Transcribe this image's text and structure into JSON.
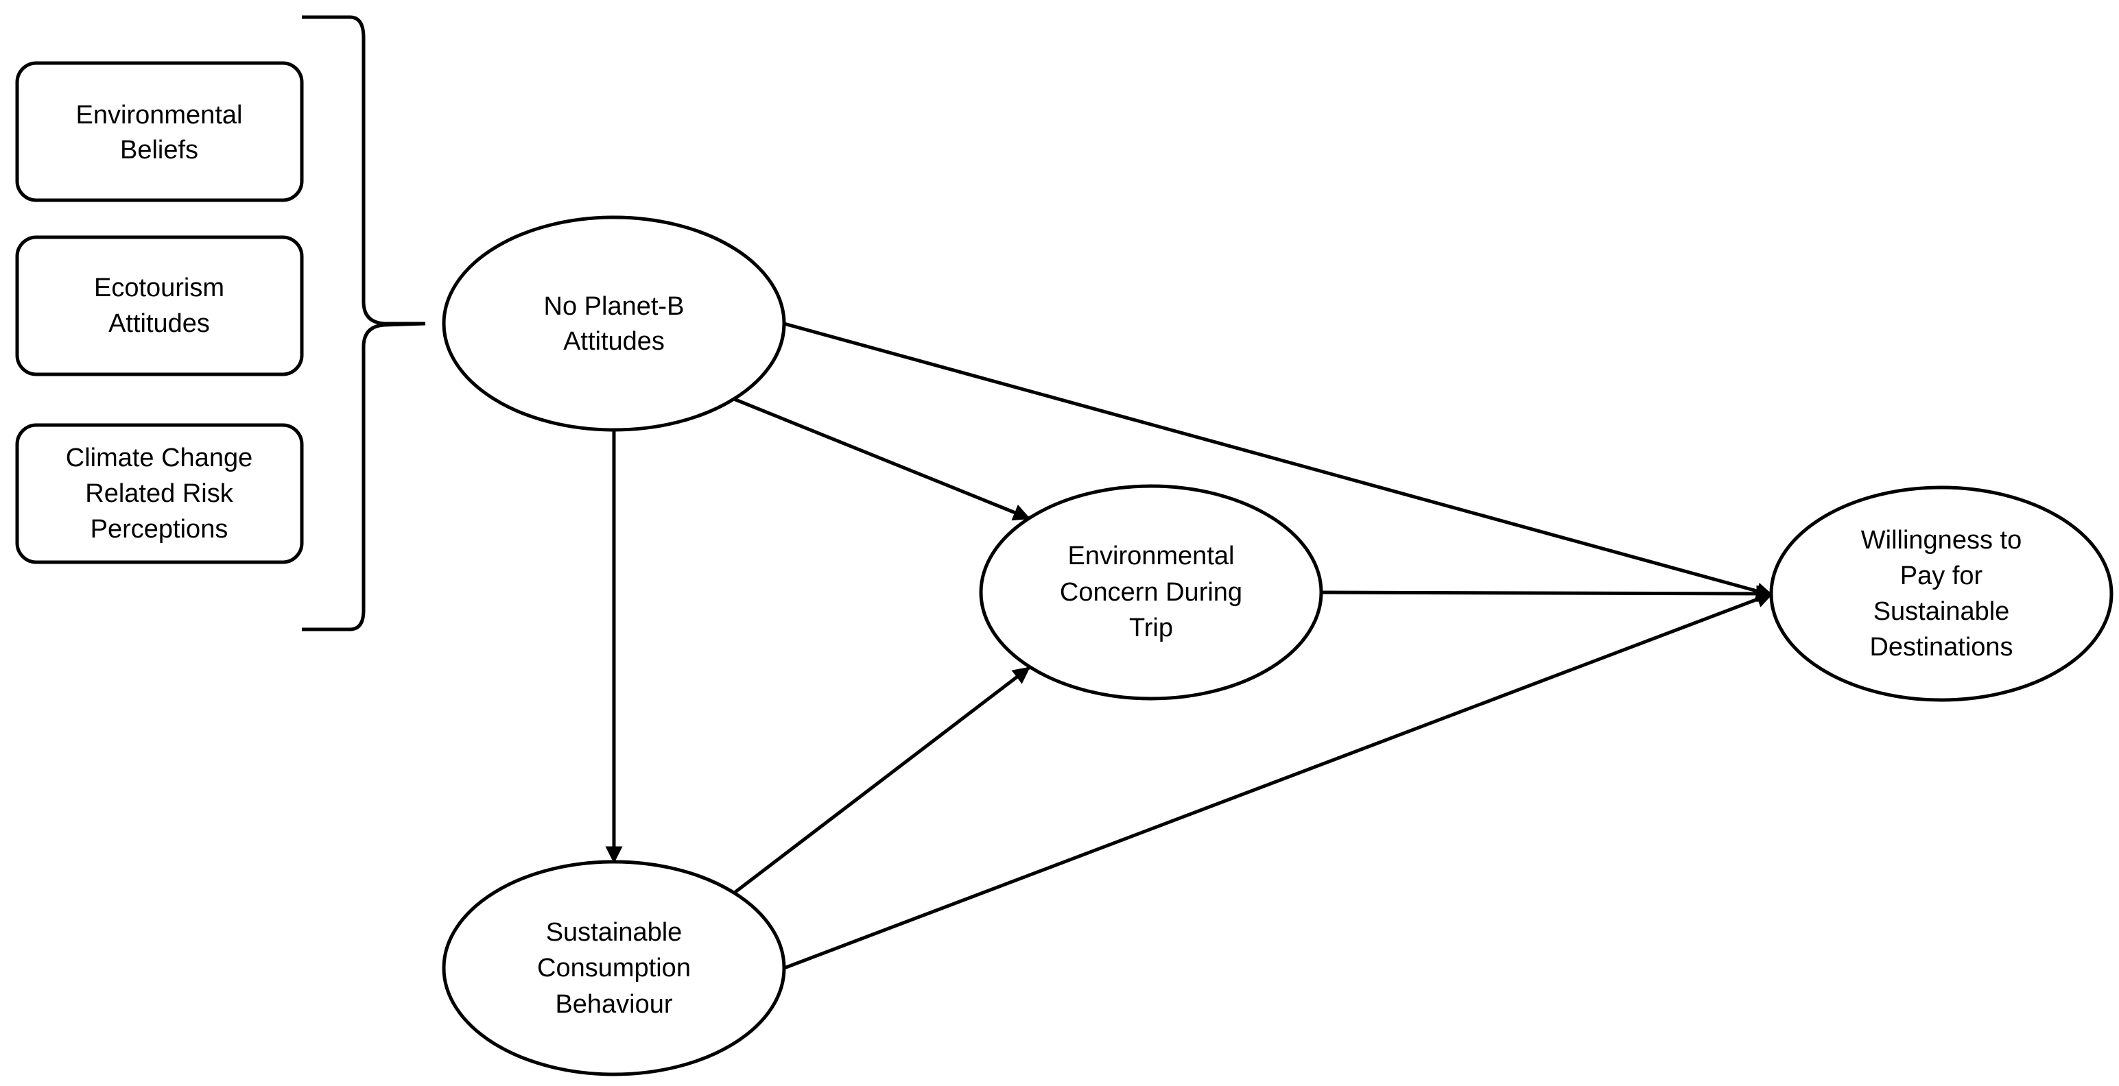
{
  "diagram": {
    "nodes": {
      "env_beliefs": {
        "lines": [
          "Environmental",
          "Beliefs"
        ],
        "shape": "rounded-rect"
      },
      "ecotourism": {
        "lines": [
          "Ecotourism",
          "Attitudes"
        ],
        "shape": "rounded-rect"
      },
      "climate_risk": {
        "lines": [
          "Climate Change",
          "Related Risk",
          "Perceptions"
        ],
        "shape": "rounded-rect"
      },
      "no_planet_b": {
        "lines": [
          "No Planet-B",
          "Attitudes"
        ],
        "shape": "ellipse"
      },
      "env_concern": {
        "lines": [
          "Environmental",
          "Concern During",
          "Trip"
        ],
        "shape": "ellipse"
      },
      "sustainable_consumption": {
        "lines": [
          "Sustainable",
          "Consumption",
          "Behaviour"
        ],
        "shape": "ellipse"
      },
      "willingness": {
        "lines": [
          "Willingness to",
          "Pay for",
          "Sustainable",
          "Destinations"
        ],
        "shape": "ellipse"
      }
    },
    "grouping": {
      "members": [
        "env_beliefs",
        "ecotourism",
        "climate_risk"
      ],
      "target": "no_planet_b",
      "symbol": "right-brace"
    },
    "edges": [
      {
        "from": "no_planet_b",
        "to": "willingness"
      },
      {
        "from": "no_planet_b",
        "to": "env_concern"
      },
      {
        "from": "no_planet_b",
        "to": "sustainable_consumption"
      },
      {
        "from": "env_concern",
        "to": "willingness"
      },
      {
        "from": "sustainable_consumption",
        "to": "env_concern"
      },
      {
        "from": "sustainable_consumption",
        "to": "willingness"
      }
    ],
    "colors": {
      "stroke": "#000000",
      "fill": "#ffffff",
      "text": "#000000"
    }
  }
}
